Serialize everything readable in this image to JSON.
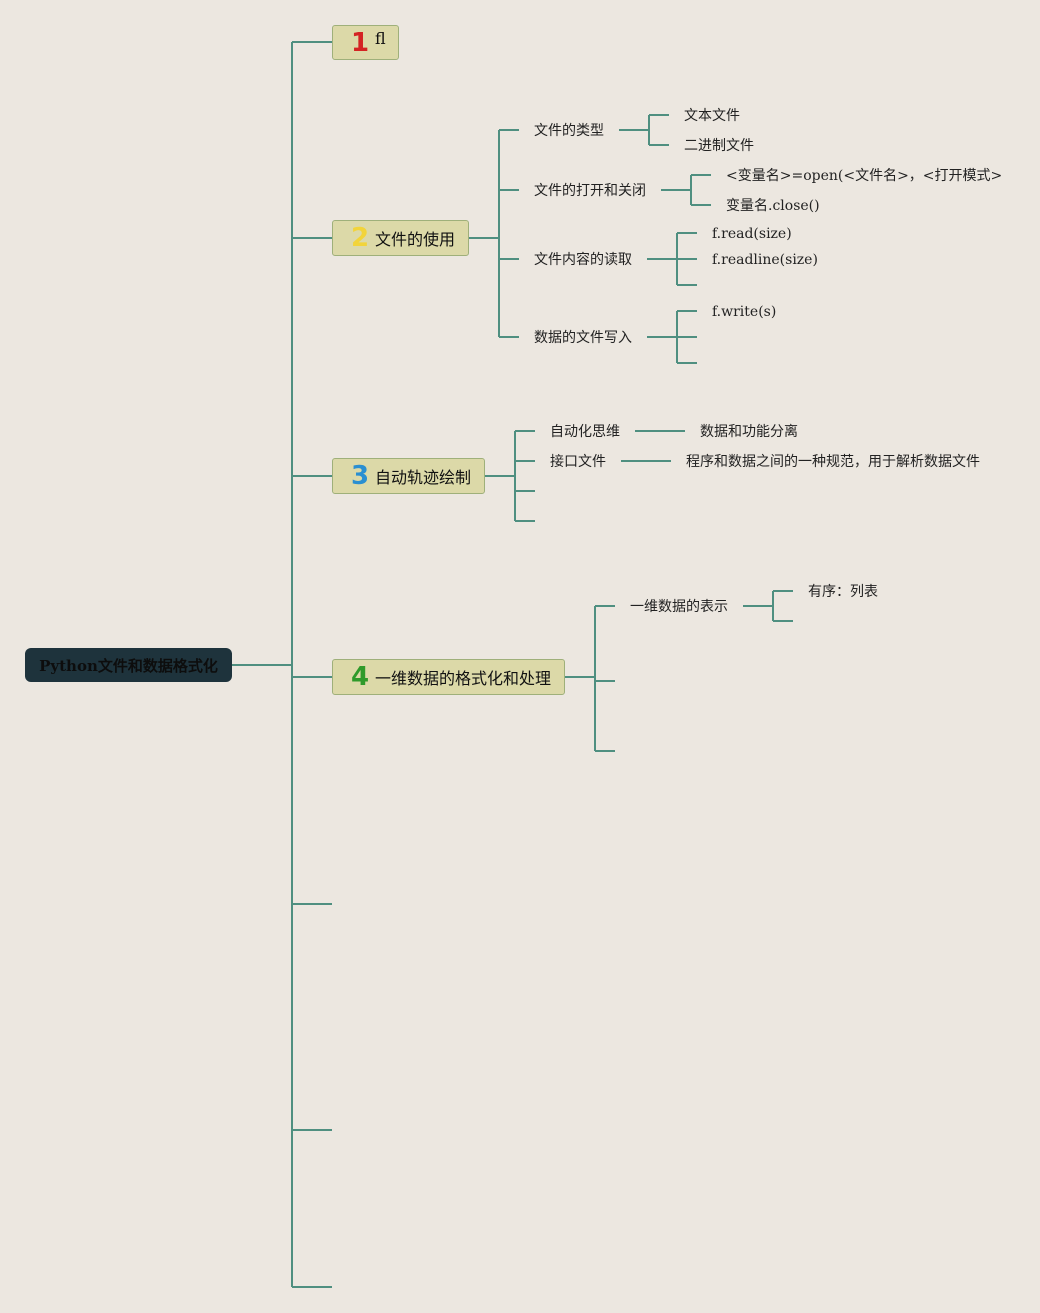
{
  "root": {
    "label": "Python文件和数据格式化"
  },
  "colors": {
    "background": "#ece7e0",
    "connector": "#4f8f80",
    "root_fill": "#1e333c",
    "branch_fill": "#dcd9a8",
    "num1": "#d42323",
    "num2": "#f2d43a",
    "num3": "#2a8fd1",
    "num4": "#2f9a2a"
  },
  "branches": [
    {
      "number": "1",
      "label": "fl"
    },
    {
      "number": "2",
      "label": "文件的使用"
    },
    {
      "number": "3",
      "label": "自动轨迹绘制"
    },
    {
      "number": "4",
      "label": "一维数据的格式化和处理"
    }
  ],
  "file_use": {
    "types": {
      "label": "文件的类型",
      "items": [
        "文本文件",
        "二进制文件"
      ]
    },
    "open_close": {
      "label": "文件的打开和关闭",
      "items": [
        "<变量名>=open(<文件名>，<打开模式>",
        "变量名.close()"
      ]
    },
    "read": {
      "label": "文件内容的读取",
      "items": [
        "f.read(size)",
        "f.readline(size)"
      ]
    },
    "write": {
      "label": "数据的文件写入",
      "items": [
        "f.write(s)"
      ]
    }
  },
  "auto_track": {
    "thinking": {
      "label": "自动化思维",
      "item": "数据和功能分离"
    },
    "interface": {
      "label": "接口文件",
      "item": "程序和数据之间的一种规范，用于解析数据文件"
    }
  },
  "one_dim": {
    "repr": {
      "label": "一维数据的表示",
      "item": "有序：列表"
    }
  }
}
